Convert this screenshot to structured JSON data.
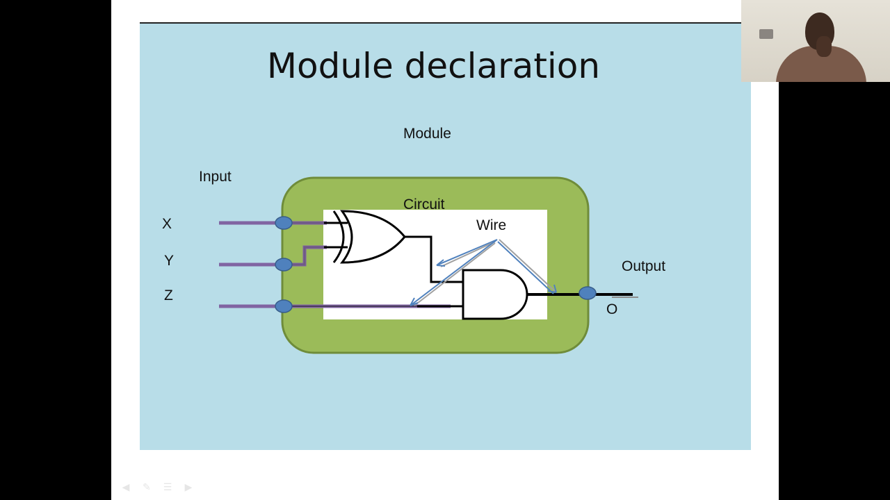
{
  "slide": {
    "title": "Module declaration",
    "labels": {
      "module": "Module",
      "input": "Input",
      "circuit": "Circuit",
      "wire": "Wire",
      "output": "Output",
      "x": "X",
      "y": "Y",
      "z": "Z",
      "o": "O"
    }
  },
  "colors": {
    "slide_background": "#b8dde8",
    "module_fill": "#9bbb59",
    "module_border": "#6f8c3a",
    "circuit_fill": "#ffffff",
    "input_wire": "#8064a2",
    "port_dot": "#4f81bd",
    "arrow_blue": "#4f81bd",
    "arrow_gray": "#a0a0a0"
  },
  "controls": {
    "icons": [
      "arrow-left-icon",
      "pen-icon",
      "menu-icon",
      "arrow-right-icon"
    ]
  }
}
